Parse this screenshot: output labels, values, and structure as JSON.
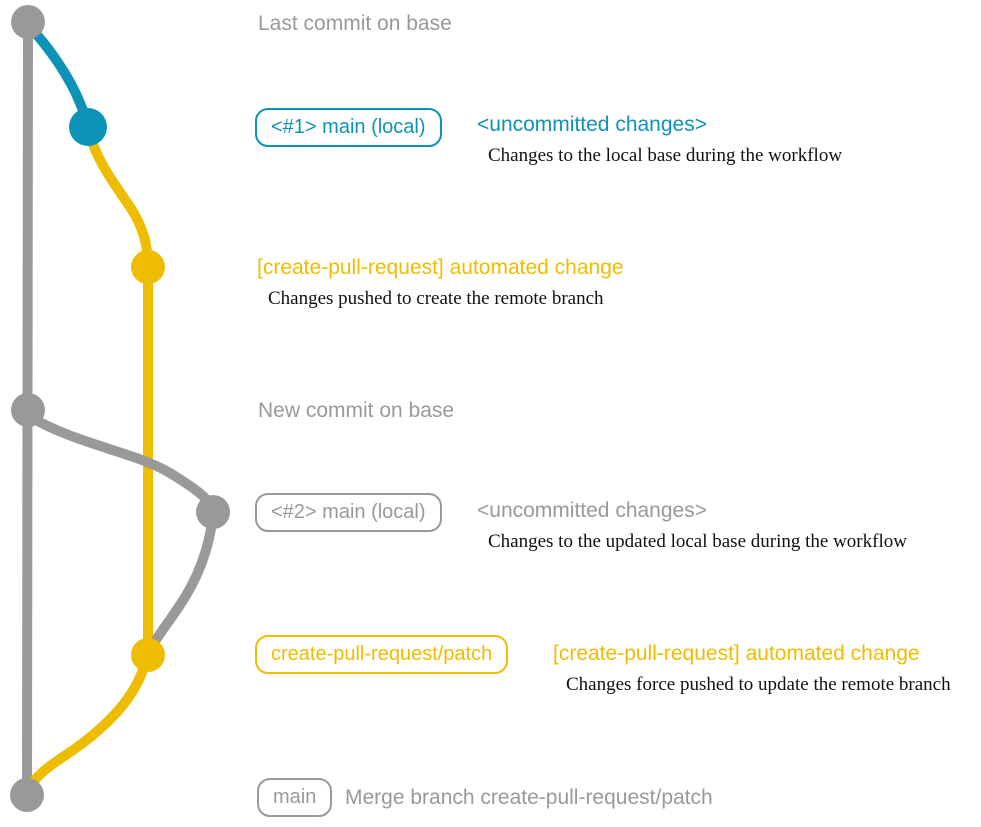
{
  "colors": {
    "blue": "#0e93b8",
    "yellow": "#eebd01",
    "gray": "#999999",
    "text_dark": "#111111"
  },
  "graph": {
    "commits": [
      {
        "name": "last-commit-on-base",
        "color": "gray"
      },
      {
        "name": "uncommitted-changes-1",
        "color": "blue"
      },
      {
        "name": "automated-change-1",
        "color": "yellow"
      },
      {
        "name": "new-commit-on-base",
        "color": "gray"
      },
      {
        "name": "uncommitted-changes-2",
        "color": "gray"
      },
      {
        "name": "automated-change-2",
        "color": "yellow"
      },
      {
        "name": "merge-commit",
        "color": "gray"
      }
    ]
  },
  "rows": {
    "last_commit": {
      "label": "Last commit on base"
    },
    "row1": {
      "branch_box": "<#1> main (local)",
      "headline": "<uncommitted changes>",
      "description": "Changes to the local base during the workflow"
    },
    "row2": {
      "headline": "[create-pull-request] automated change",
      "description": "Changes pushed to create the remote branch"
    },
    "new_commit": {
      "label": "New commit on base"
    },
    "row3": {
      "branch_box": "<#2> main (local)",
      "headline": "<uncommitted changes>",
      "description": "Changes to the updated local base during the workflow"
    },
    "row4": {
      "branch_box": "create-pull-request/patch",
      "headline": "[create-pull-request] automated change",
      "description": "Changes force pushed to update the remote branch"
    },
    "merge": {
      "branch_box": "main",
      "label": "Merge branch create-pull-request/patch"
    }
  }
}
